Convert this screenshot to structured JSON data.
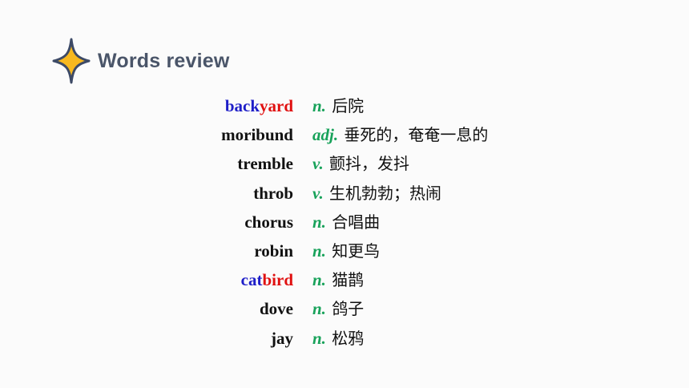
{
  "slide": {
    "title": "Words review",
    "icon": "four-point-star-icon",
    "colors": {
      "title": "#4a5569",
      "star_fill": "#f7b81f",
      "star_stroke": "#3d4a66",
      "pos": "#18a25a",
      "highlight_blue": "#1e1ec8",
      "highlight_red": "#e01010"
    }
  },
  "words": [
    {
      "term_parts": [
        {
          "text": "back",
          "color": "blue"
        },
        {
          "text": "yard",
          "color": "red"
        }
      ],
      "pos": "n.",
      "meaning": "后院"
    },
    {
      "term_parts": [
        {
          "text": "moribund",
          "color": "black"
        }
      ],
      "pos": "adj.",
      "meaning": "垂死的，奄奄一息的"
    },
    {
      "term_parts": [
        {
          "text": "tremble",
          "color": "black"
        }
      ],
      "pos": "v.",
      "meaning": "颤抖，发抖"
    },
    {
      "term_parts": [
        {
          "text": "throb",
          "color": "black"
        }
      ],
      "pos": "v.",
      "meaning": "生机勃勃；热闹"
    },
    {
      "term_parts": [
        {
          "text": "chorus",
          "color": "black"
        }
      ],
      "pos": "n.",
      "meaning": "合唱曲"
    },
    {
      "term_parts": [
        {
          "text": "robin",
          "color": "black"
        }
      ],
      "pos": "n.",
      "meaning": "知更鸟"
    },
    {
      "term_parts": [
        {
          "text": "cat",
          "color": "blue"
        },
        {
          "text": "bird",
          "color": "red"
        }
      ],
      "pos": "n.",
      "meaning": "猫鹊"
    },
    {
      "term_parts": [
        {
          "text": "dove",
          "color": "black"
        }
      ],
      "pos": "n.",
      "meaning": "鸽子"
    },
    {
      "term_parts": [
        {
          "text": "jay",
          "color": "black"
        }
      ],
      "pos": "n.",
      "meaning": "松鸦"
    }
  ]
}
